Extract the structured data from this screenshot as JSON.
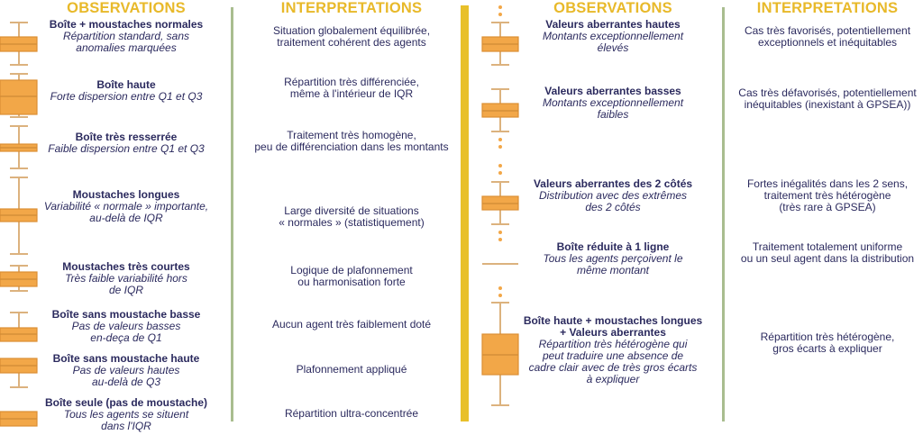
{
  "headers": {
    "observations": "OBSERVATIONS",
    "interpretations": "INTERPRETATIONS"
  },
  "left": [
    {
      "title": "Boîte + moustaches normales",
      "desc": [
        "Répartition standard, sans",
        "anomalies marquées"
      ],
      "interp": [
        "Situation globalement équilibrée,",
        "traitement cohérent des agents"
      ]
    },
    {
      "title": "Boîte haute",
      "desc": [
        "Forte dispersion entre Q1 et Q3"
      ],
      "interp": [
        "Répartition très différenciée,",
        "même à l'intérieur de IQR"
      ]
    },
    {
      "title": "Boîte très resserrée",
      "desc": [
        "Faible dispersion entre Q1 et Q3"
      ],
      "interp": [
        "Traitement très homogène,",
        "peu de différenciation dans les montants"
      ]
    },
    {
      "title": "Moustaches longues",
      "desc": [
        "Variabilité « normale » importante,",
        "au-delà de IQR"
      ],
      "interp": [
        "Large diversité de situations",
        "« normales » (statistiquement)"
      ]
    },
    {
      "title": "Moustaches très courtes",
      "desc": [
        "Très faible variabilité hors",
        "de IQR"
      ],
      "interp": [
        "Logique de plafonnement",
        "ou harmonisation forte"
      ]
    },
    {
      "title": "Boîte sans moustache basse",
      "desc": [
        "Pas de valeurs basses",
        "en-deça de Q1"
      ],
      "interp": [
        "Aucun agent très faiblement doté"
      ]
    },
    {
      "title": "Boîte sans moustache haute",
      "desc": [
        "Pas de valeurs hautes",
        "au-delà de Q3"
      ],
      "interp": [
        "Plafonnement appliqué"
      ]
    },
    {
      "title": "Boîte seule (pas de moustache)",
      "desc": [
        "Tous les agents se situent",
        "dans l'IQR"
      ],
      "interp": [
        "Répartition ultra-concentrée"
      ]
    }
  ],
  "right": [
    {
      "title": [
        "Valeurs aberrantes hautes"
      ],
      "desc": [
        "Montants exceptionnellement",
        "élevés"
      ],
      "interp": [
        "Cas très favorisés, potentiellement",
        "exceptionnels et inéquitables"
      ]
    },
    {
      "title": [
        "Valeurs aberrantes basses"
      ],
      "desc": [
        "Montants exceptionnellement",
        "faibles"
      ],
      "interp": [
        "Cas très défavorisés, potentiellement",
        "inéquitables (inexistant à GPSEA))"
      ]
    },
    {
      "title": [
        "Valeurs aberrantes des 2 côtés"
      ],
      "desc": [
        "Distribution avec des extrêmes",
        "des 2 côtés"
      ],
      "interp": [
        "Fortes inégalités dans les 2 sens,",
        "traitement très hétérogène",
        "(très rare à GPSEA)"
      ]
    },
    {
      "title": [
        "Boîte réduite à 1 ligne"
      ],
      "desc": [
        "Tous les agents perçoivent le",
        "même montant"
      ],
      "interp": [
        "Traitement totalement uniforme",
        "ou un seul agent dans la distribution"
      ]
    },
    {
      "title": [
        "Boîte haute + moustaches longues",
        "+ Valeurs aberrantes"
      ],
      "desc": [
        "Répartition très hétérogène qui",
        "peut traduire une absence de",
        "cadre clair avec de très gros écarts",
        "à expliquer"
      ],
      "interp": [
        "Répartition très hétérogène,",
        "gros écarts à expliquer"
      ]
    }
  ],
  "colors": {
    "accent": "#e8b92a",
    "box": "#f2a748",
    "text": "#2b2a5e",
    "divider": "#a9bd8f"
  }
}
